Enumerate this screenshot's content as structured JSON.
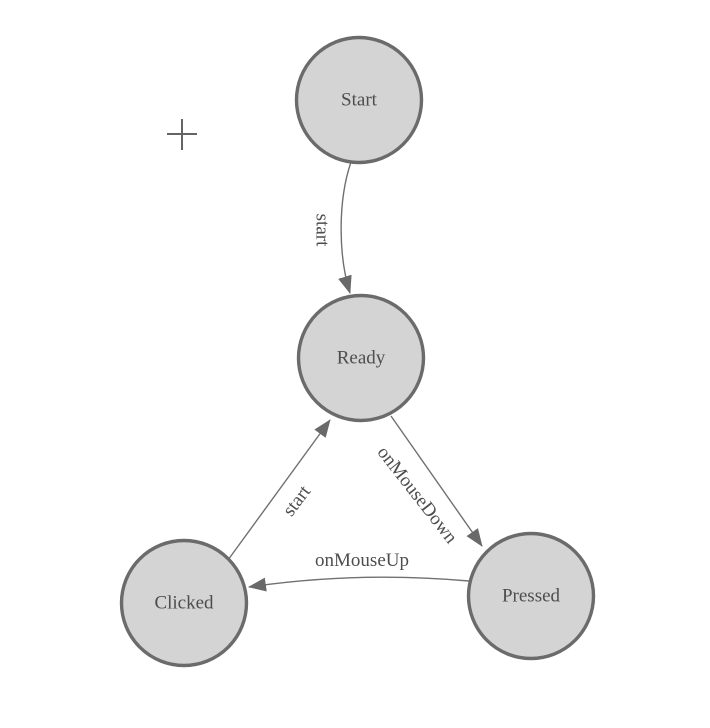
{
  "diagram": {
    "type": "state-machine",
    "nodes": [
      {
        "id": "start",
        "label": "Start"
      },
      {
        "id": "ready",
        "label": "Ready"
      },
      {
        "id": "clicked",
        "label": "Clicked"
      },
      {
        "id": "pressed",
        "label": "Pressed"
      }
    ],
    "edges": [
      {
        "from": "start",
        "to": "ready",
        "label": "start"
      },
      {
        "from": "ready",
        "to": "pressed",
        "label": "onMouseDown"
      },
      {
        "from": "pressed",
        "to": "clicked",
        "label": "onMouseUp"
      },
      {
        "from": "clicked",
        "to": "ready",
        "label": "start"
      }
    ],
    "cursor": {
      "icon": "plus-crosshair"
    },
    "colors": {
      "node_fill": "#d4d4d4",
      "node_stroke": "#6b6b6b",
      "edge_stroke": "#707070",
      "arrow_fill": "#696969",
      "label_color": "#4d4d4d",
      "background": "#ffffff",
      "crosshair_color": "#646464"
    }
  }
}
